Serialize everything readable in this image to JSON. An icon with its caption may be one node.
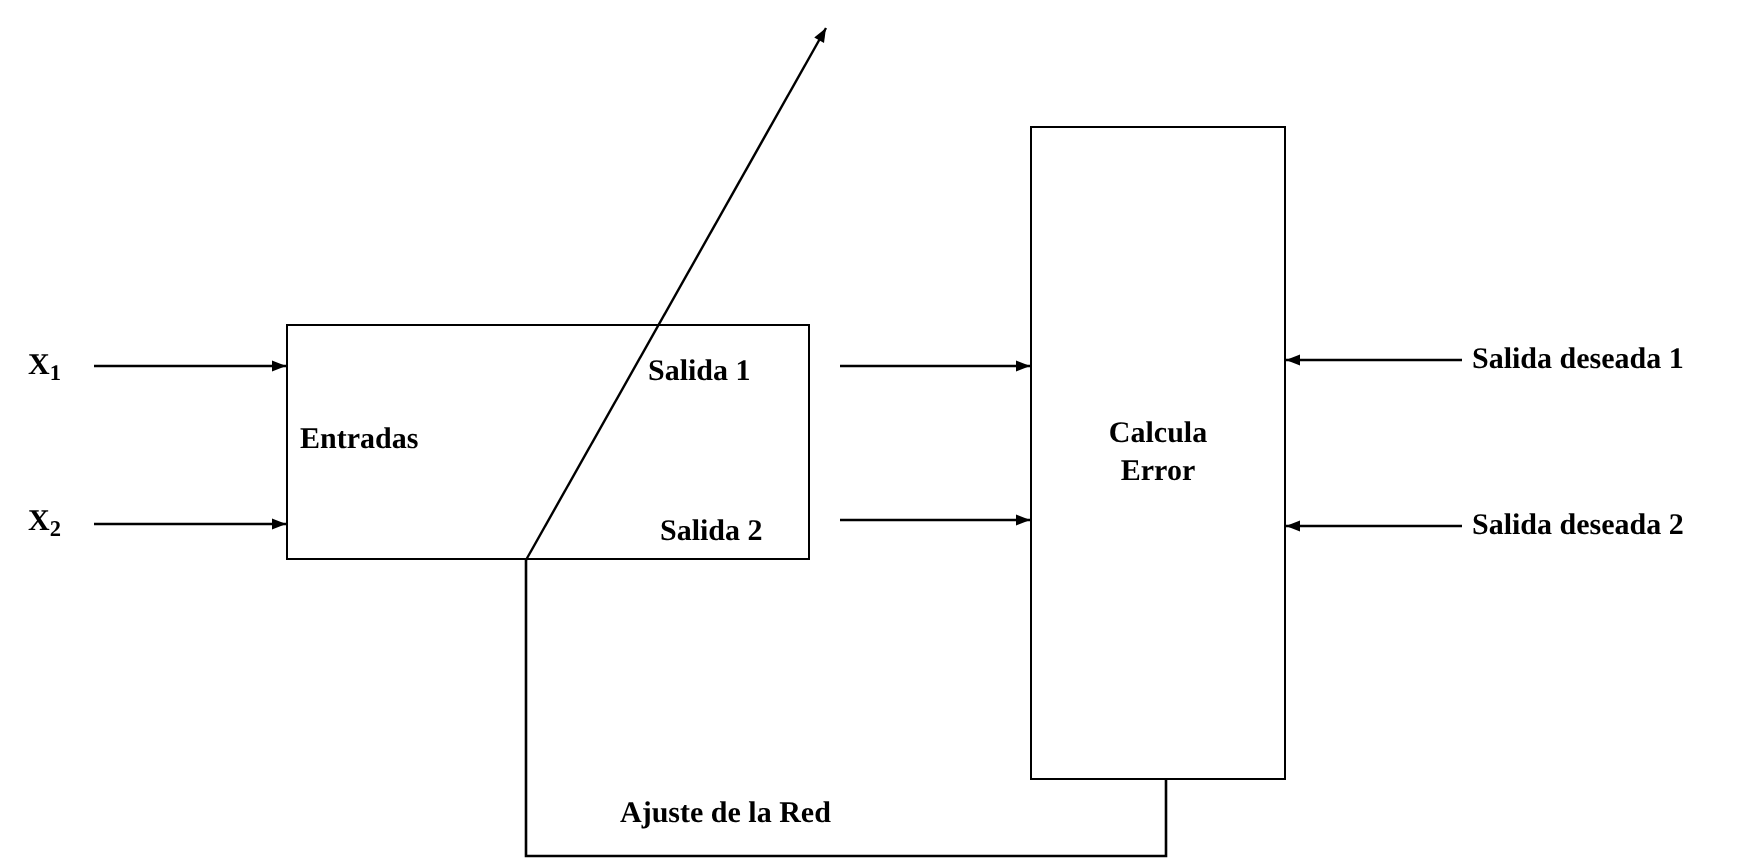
{
  "diagram": {
    "nodes": [
      {
        "text": [
          "X$_{1}$"
        ]
      },
      {
        "text": [
          "X$_{2}$"
        ]
      },
      {
        "text": [
          "Entradas",
          "Salida 1",
          "Salida 2"
        ]
      },
      {
        "text": [
          "Calcula Error"
        ]
      },
      {
        "text": [
          "Salida deseada 1"
        ]
      },
      {
        "text": [
          "Salida deseada 2"
        ]
      }
    ],
    "edges": [
      {
        "from": 0,
        "to": 2,
        "arrow": "to"
      },
      {
        "from": 1,
        "to": 2,
        "arrow": "to"
      },
      {
        "from": 2,
        "to": 3,
        "arrow": "to"
      },
      {
        "from": 2,
        "to": 3,
        "arrow": "to"
      },
      {
        "from": 4,
        "to": 3,
        "arrow": "to"
      },
      {
        "from": 5,
        "to": 3,
        "arrow": "to"
      },
      {
        "from": 3,
        "to": 2,
        "arrow": "none",
        "label": "Ajuste de la Red"
      }
    ]
  }
}
